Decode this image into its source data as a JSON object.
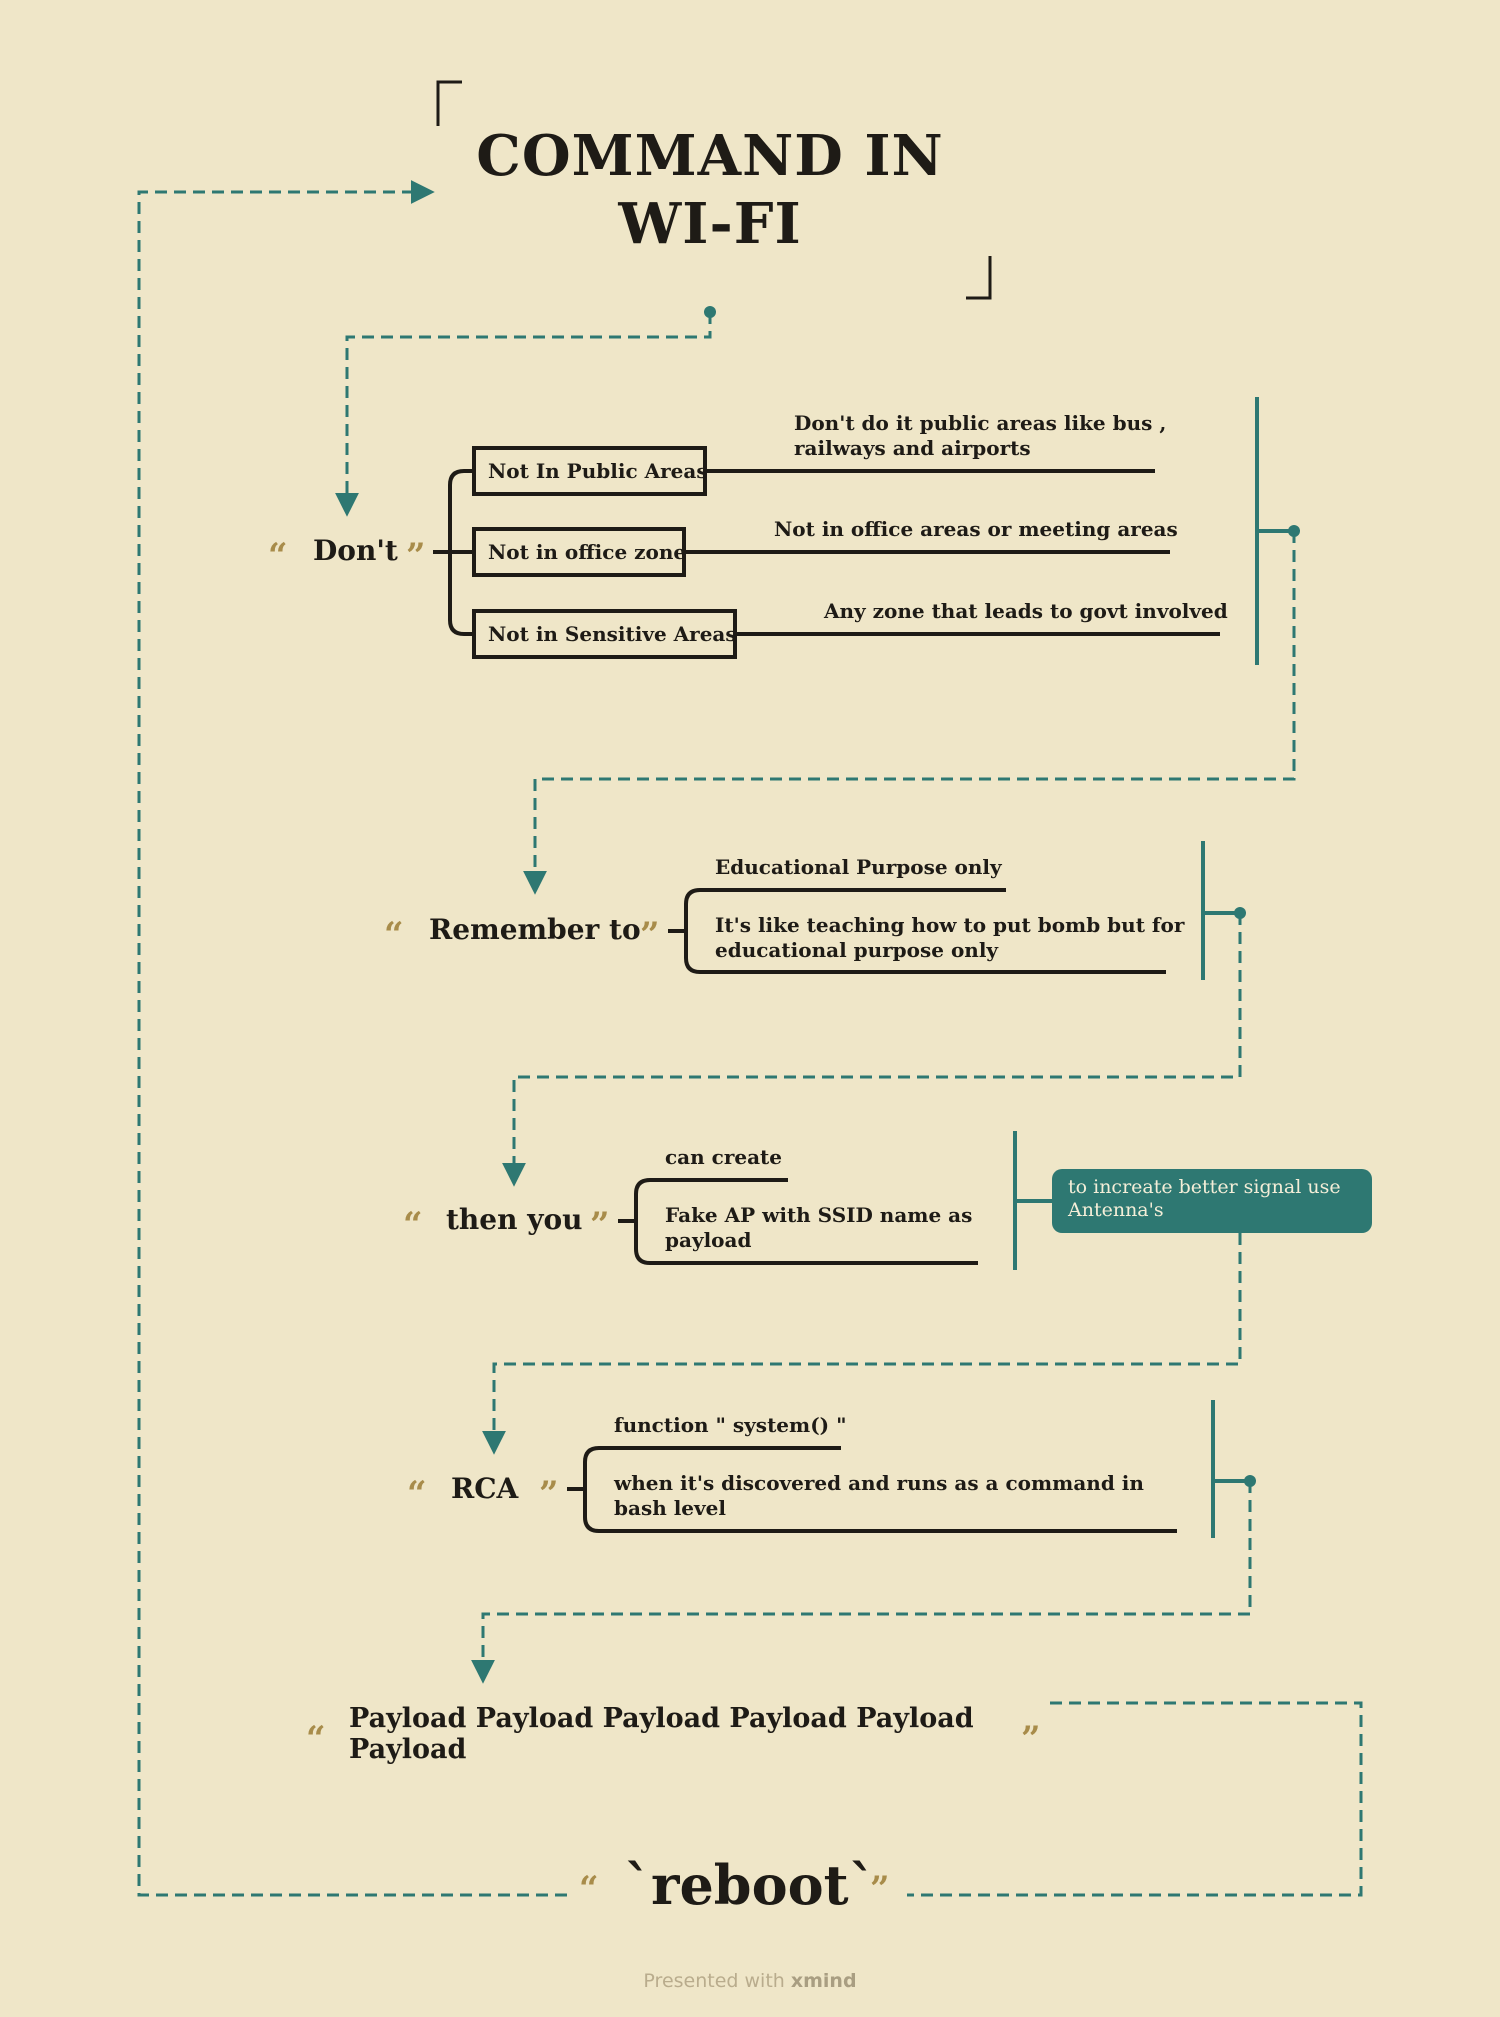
{
  "title": {
    "line1": "COMMAND IN",
    "line2": "WI-FI"
  },
  "quote_open": "“",
  "quote_close": "”",
  "sections": {
    "dont": {
      "label": "Don't",
      "items": [
        {
          "box": "Not In Public Areas",
          "note_line1": "Don't do it public areas like bus ,",
          "note_line2": "railways and airports"
        },
        {
          "box": "Not in office zone",
          "note_line1": "Not in office areas or meeting areas"
        },
        {
          "box": "Not in Sensitive Areas",
          "note_line1": "Any zone that leads to govt involved"
        }
      ]
    },
    "remember": {
      "label": "Remember to",
      "branch1": "Educational Purpose only",
      "branch2_line1": "It's like teaching how to put bomb but for",
      "branch2_line2": "educational purpose only"
    },
    "then": {
      "label": "then you",
      "branch1": "can create",
      "branch2_line1": "Fake AP with SSID name as",
      "branch2_line2": "payload",
      "callout_line1": "to increate better signal use",
      "callout_line2": "Antenna's"
    },
    "rca": {
      "label": "RCA",
      "branch1": "function \" system() \"",
      "branch2_line1": "when it's discovered and runs as a command in",
      "branch2_line2": "bash level"
    },
    "payload": {
      "line1": "Payload  Payload Payload Payload Payload",
      "line2": "Payload"
    },
    "reboot": {
      "label": "`reboot`"
    }
  },
  "footer": {
    "prefix": "Presented with ",
    "brand": "xmind"
  },
  "colors": {
    "background": "#efe6c8",
    "accent": "#2e7872",
    "ink": "#1e1b16",
    "quote": "#a88c4a"
  }
}
